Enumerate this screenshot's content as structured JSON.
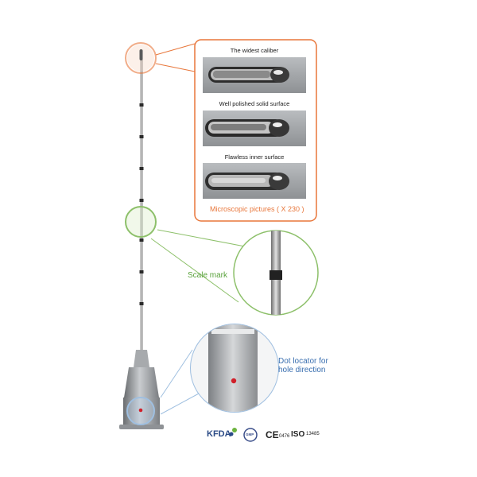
{
  "panel_top": {
    "captions": [
      "The widest caliber",
      "Well polished solid surface",
      "Flawless inner surface"
    ],
    "footer": "Microscopic pictures ( X 230 )"
  },
  "scale_mark": "Scale mark",
  "dot_locator": "Dot locator for hole direction",
  "certifications": {
    "kfda": "KFDA",
    "gmp": "GMP",
    "ce": "CE",
    "ce_number": "0476",
    "iso": "ISO",
    "iso_number": "13485"
  },
  "colors": {
    "orange": "#e8763a",
    "green": "#8dc06a",
    "blue": "#9fbfe0"
  }
}
